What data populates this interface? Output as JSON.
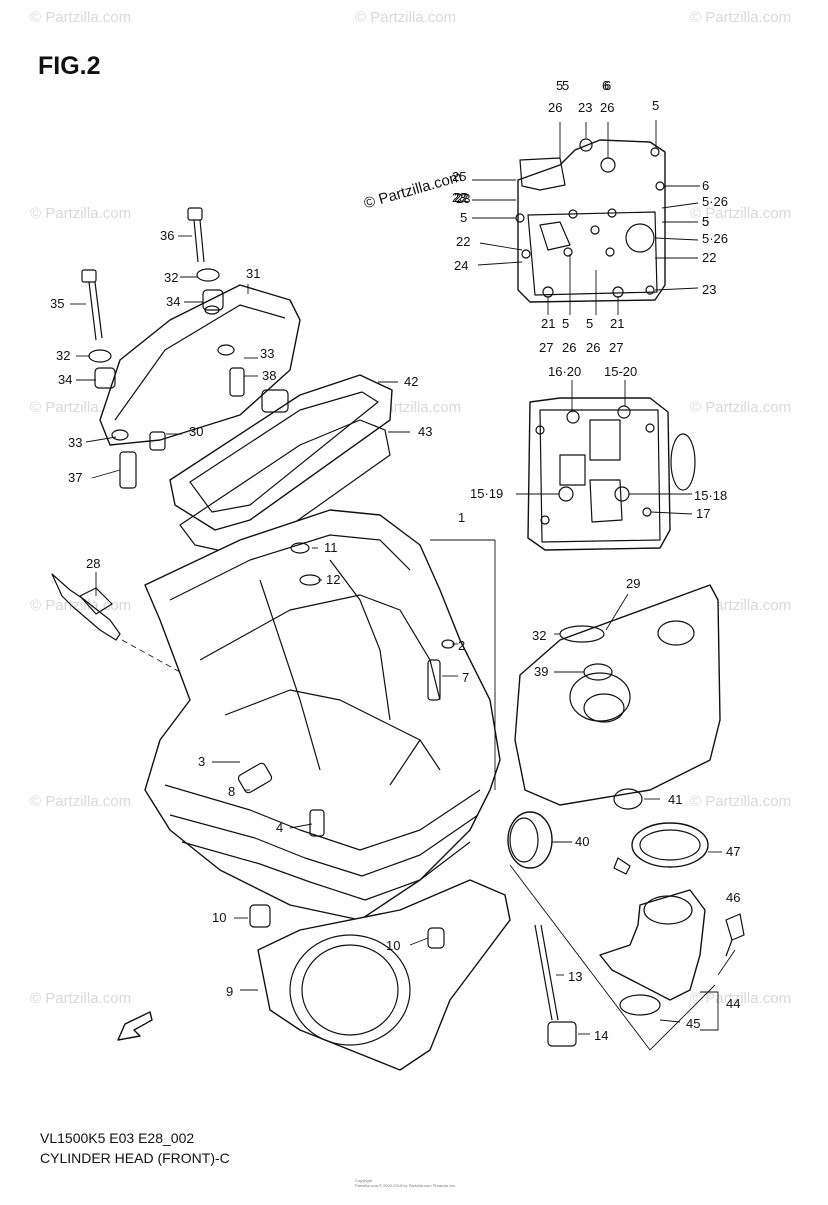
{
  "figure": {
    "title": "FIG.2",
    "brand": "© Partzilla.com",
    "watermark": "© Partzilla.com",
    "model_code": "VL1500K5 E03 E28_002",
    "diagram_name": "CYLINDER HEAD (FRONT)-C",
    "copyright_line1": "Copyright",
    "copyright_line2": "Partzilla.com © 2002-2019 by Partzilla.com Products Inc.",
    "fwd_label": "FWD"
  },
  "callouts": [
    "1",
    "2",
    "3",
    "4",
    "5",
    "6",
    "7",
    "8",
    "9",
    "10",
    "10",
    "11",
    "12",
    "13",
    "14",
    "15·18",
    "15·19",
    "15-20",
    "16·20",
    "17",
    "21",
    "21",
    "22",
    "22",
    "22",
    "23",
    "23",
    "23",
    "23",
    "24",
    "25",
    "26",
    "26",
    "26",
    "26",
    "27",
    "27",
    "5",
    "5",
    "5",
    "5",
    "5",
    "5",
    "5",
    "6",
    "6",
    "5·26",
    "5·26",
    "28",
    "29",
    "30",
    "31",
    "32",
    "32",
    "32",
    "33",
    "33",
    "34",
    "34",
    "35",
    "36",
    "37",
    "38",
    "39",
    "40",
    "41",
    "42",
    "43",
    "44",
    "45",
    "46",
    "47"
  ],
  "colors": {
    "line": "#111111",
    "watermark": "#d9d9d9",
    "background": "#ffffff"
  }
}
